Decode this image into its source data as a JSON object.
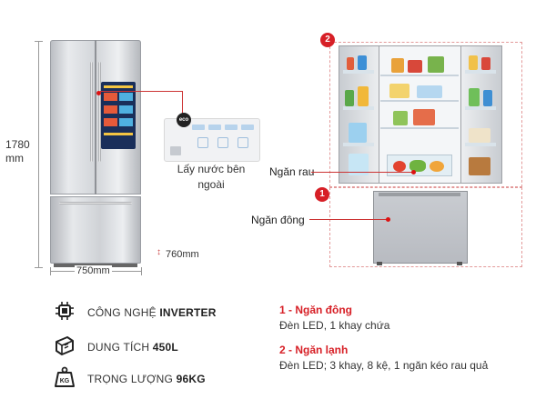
{
  "dimensions": {
    "height_value": "1780",
    "height_unit": "mm",
    "width": "750mm",
    "depth": "760mm"
  },
  "dispenser": {
    "badge": "eco",
    "label": "Lấy nước bên ngoài"
  },
  "compartments": {
    "vegetable_drawer": "Ngăn rau",
    "freezer": "Ngăn đông",
    "marker_1": "1",
    "marker_2": "2"
  },
  "features": [
    {
      "icon": "inverter-chip-icon",
      "label": "CÔNG NGHỆ ",
      "value": "INVERTER"
    },
    {
      "icon": "fridge-capacity-icon",
      "label": "DUNG TÍCH ",
      "value": "450L"
    },
    {
      "icon": "weight-kg-icon",
      "label": "TRỌNG LƯỢNG ",
      "value": "96KG",
      "icon_text": "KG"
    }
  ],
  "specs": [
    {
      "title": "1 - Ngăn đông",
      "description": "Đèn LED, 1 khay chứa"
    },
    {
      "title": "2 - Ngăn lạnh",
      "description": "Đèn LED; 3 khay, 8 kệ, 1 ngăn kéo rau quả"
    }
  ],
  "colors": {
    "accent_red": "#d71f26",
    "text": "#333333"
  }
}
